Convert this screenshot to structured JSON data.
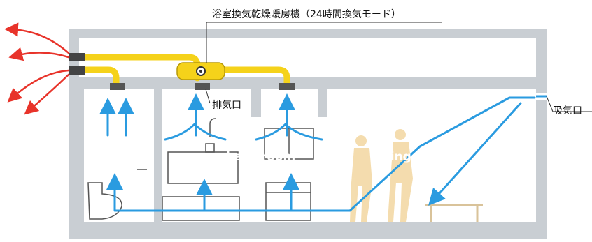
{
  "labels": {
    "unit_title": "浴室換気乾燥暖房機（24時間換気モード）",
    "exhaust_port": "排気口",
    "intake_port": "吸気口"
  },
  "rooms": {
    "toilet": "toilet",
    "bath": "bath room",
    "living": "living room"
  },
  "colors": {
    "duct": "#f5d21a",
    "airflow": "#2a9be0",
    "exhaust_air": "#e8332a",
    "house": "#c9ced3",
    "room_bg": "#ffffff",
    "silhouette": "#f3d9a6"
  }
}
